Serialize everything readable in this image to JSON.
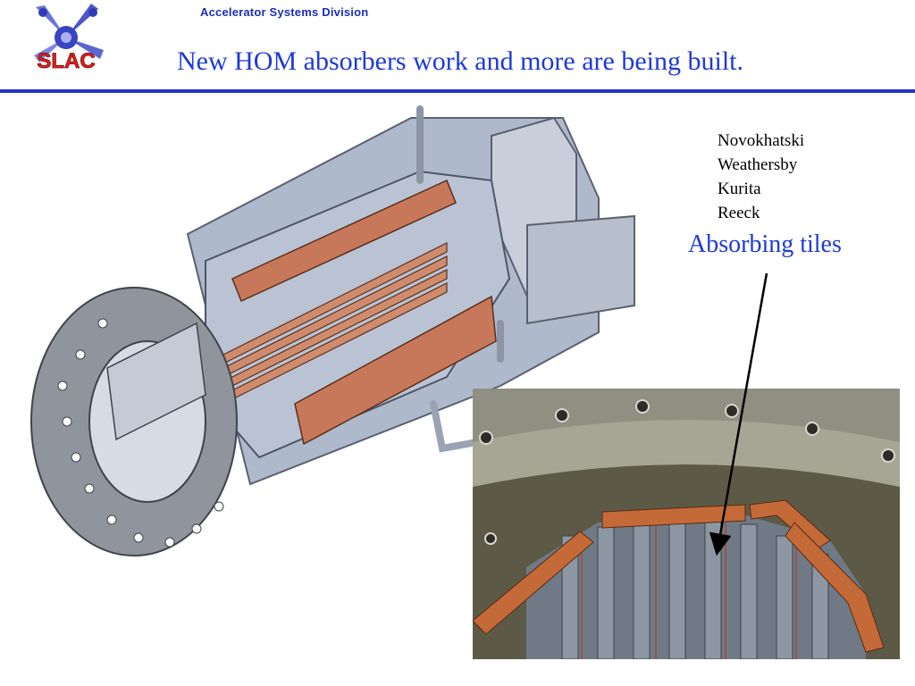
{
  "header": {
    "logo_text": "SLAC",
    "division": "Accelerator Systems Division",
    "title": "New HOM absorbers work and more are being built."
  },
  "authors": [
    "Novokhatski",
    "Weathersby",
    "Kurita",
    "Reeck"
  ],
  "callout": {
    "label": "Absorbing tiles"
  },
  "colors": {
    "accent_blue": "#1e3ad6",
    "rule_blue": "#2334c8",
    "copper": "#c8785a",
    "steel": "#a9b3c4"
  }
}
